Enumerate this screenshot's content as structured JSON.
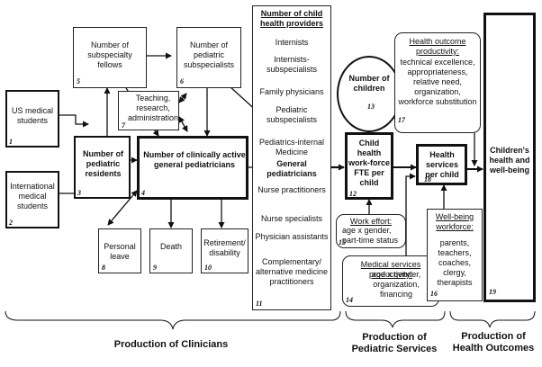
{
  "nodes": {
    "us_students": {
      "label": "US medical students",
      "num": "1"
    },
    "intl_students": {
      "label": "International medical students",
      "num": "2"
    },
    "residents": {
      "label": "Number of pediatric residents",
      "num": "3"
    },
    "gen_peds": {
      "label": "Number of clinically active general pediatricians",
      "num": "4"
    },
    "fellows": {
      "label": "Number of subspecialty fellows",
      "num": "5"
    },
    "subspec": {
      "label": "Number of pediatric subspecialists",
      "num": "6"
    },
    "teaching": {
      "label": "Teaching, research, administration",
      "num": "7"
    },
    "leave": {
      "label": "Personal leave",
      "num": "8"
    },
    "death": {
      "label": "Death",
      "num": "9"
    },
    "retire": {
      "label": "Retirement/ disability",
      "num": "10"
    },
    "providers": {
      "title": "Number of child health providers",
      "items": [
        "Internists",
        "Internists-subspecialists",
        "Family physicians",
        "Pediatric subspecialists",
        "Pediatrics-internal Medicine",
        "General pediatricians",
        "Nurse practitioners",
        "Nurse specialists",
        "Physician assistants",
        "Complementary/ alternative medicine practitioners"
      ],
      "num": "11"
    },
    "fte": {
      "label": "Child health work-force FTE per child",
      "num": "12"
    },
    "children": {
      "label": "Number of children",
      "num": "13"
    },
    "med_prod": {
      "title": "Medical services productivity:",
      "body": "age x gender, organization, financing",
      "num": "14"
    },
    "work_effort": {
      "title": "Work effort:",
      "body": "age x gender, part-time status",
      "num": "15"
    },
    "wellbeing": {
      "title": "Well-being workforce:",
      "body": "parents, teachers, coaches, clergy, therapists",
      "num": "16"
    },
    "health_prod": {
      "title": "Health outcome productivity:",
      "body": "technical excellence, appropriateness, relative need, organization, workforce substitution",
      "num": "17"
    },
    "services": {
      "label": "Health services per child",
      "num": "18"
    },
    "outcome": {
      "label": "Children's health and well-being",
      "num": "19"
    }
  },
  "sections": {
    "clinicians": "Production of Clinicians",
    "services": "Production of Pediatric Services",
    "outcomes": "Production of Health Outcomes"
  }
}
